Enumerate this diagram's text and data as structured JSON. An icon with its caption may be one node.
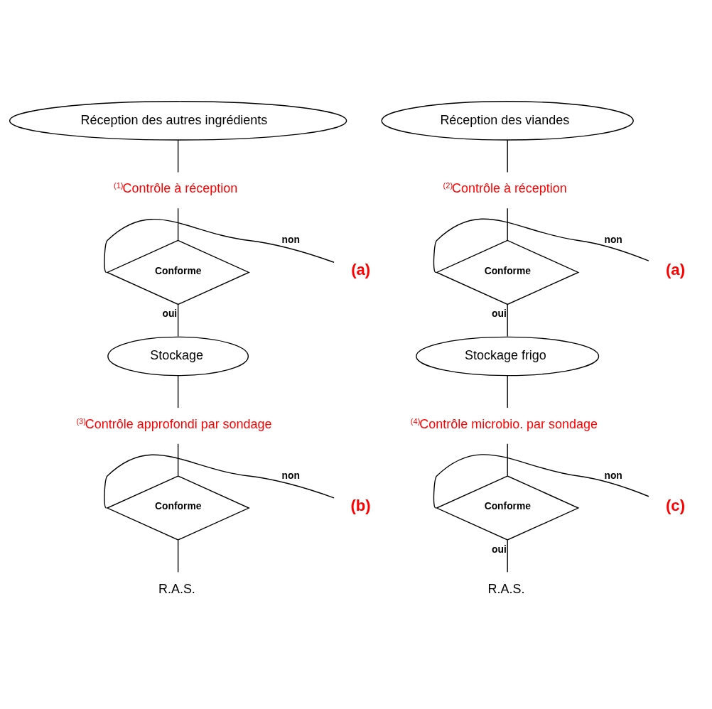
{
  "diagram": {
    "nodes": [
      {
        "text": [
          "Réception des autres ingrédients"
        ]
      },
      {
        "text": [
          "$^{(1)}$Contrôle à réception"
        ]
      },
      {
        "text": [
          "Conforme"
        ]
      },
      {
        "text": [
          "(a)"
        ]
      },
      {
        "text": [
          "Stockage"
        ]
      },
      {
        "text": [
          "$^{(3)}$Contrôle approfondi par sondage"
        ]
      },
      {
        "text": [
          "Conforme"
        ]
      },
      {
        "text": [
          "(b)"
        ]
      },
      {
        "text": [
          "R.A.S."
        ]
      },
      {
        "text": [
          "Réception des viandes"
        ]
      },
      {
        "text": [
          "$^{(2)}$Contrôle à réception"
        ]
      },
      {
        "text": [
          "Conforme"
        ]
      },
      {
        "text": [
          "(a)"
        ]
      },
      {
        "text": [
          "Stockage frigo"
        ]
      },
      {
        "text": [
          "$^{(4)}$Contrôle microbio. par sondage"
        ]
      },
      {
        "text": [
          "Conforme"
        ]
      },
      {
        "text": [
          "(c)"
        ]
      },
      {
        "text": [
          "R.A.S."
        ]
      }
    ],
    "edges": [
      {
        "from": 0,
        "to": 1,
        "arrow": "none"
      },
      {
        "from": 1,
        "to": 2,
        "arrow": "none"
      },
      {
        "from": 2,
        "to": 3,
        "arrow": "none",
        "label": "non"
      },
      {
        "from": 2,
        "to": 4,
        "arrow": "none",
        "label": "oui"
      },
      {
        "from": 4,
        "to": 5,
        "arrow": "none"
      },
      {
        "from": 5,
        "to": 6,
        "arrow": "none"
      },
      {
        "from": 6,
        "to": 7,
        "arrow": "none",
        "label": "non"
      },
      {
        "from": 6,
        "to": 8,
        "arrow": "none"
      },
      {
        "from": 9,
        "to": 10,
        "arrow": "none"
      },
      {
        "from": 10,
        "to": 11,
        "arrow": "none"
      },
      {
        "from": 11,
        "to": 12,
        "arrow": "none",
        "label": "non"
      },
      {
        "from": 11,
        "to": 13,
        "arrow": "none",
        "label": "oui"
      },
      {
        "from": 13,
        "to": 14,
        "arrow": "none"
      },
      {
        "from": 14,
        "to": 15,
        "arrow": "none"
      },
      {
        "from": 15,
        "to": 16,
        "arrow": "none",
        "label": "non"
      },
      {
        "from": 15,
        "to": 17,
        "arrow": "none",
        "label": "oui"
      }
    ]
  }
}
